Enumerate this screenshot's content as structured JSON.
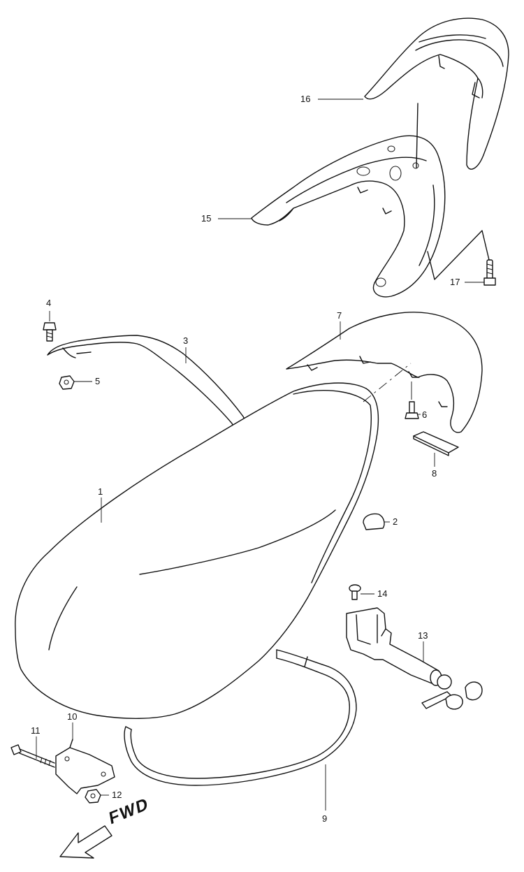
{
  "diagram": {
    "callouts": [
      {
        "id": "1",
        "label": "1"
      },
      {
        "id": "2",
        "label": "2"
      },
      {
        "id": "3",
        "label": "3"
      },
      {
        "id": "4",
        "label": "4"
      },
      {
        "id": "5",
        "label": "5"
      },
      {
        "id": "6",
        "label": "6"
      },
      {
        "id": "7",
        "label": "7"
      },
      {
        "id": "8",
        "label": "8"
      },
      {
        "id": "9",
        "label": "9"
      },
      {
        "id": "10",
        "label": "10"
      },
      {
        "id": "11",
        "label": "11"
      },
      {
        "id": "12",
        "label": "12"
      },
      {
        "id": "13",
        "label": "13"
      },
      {
        "id": "14",
        "label": "14"
      },
      {
        "id": "15",
        "label": "15"
      },
      {
        "id": "16",
        "label": "16"
      },
      {
        "id": "17",
        "label": "17"
      }
    ],
    "direction_label": "FWD"
  }
}
